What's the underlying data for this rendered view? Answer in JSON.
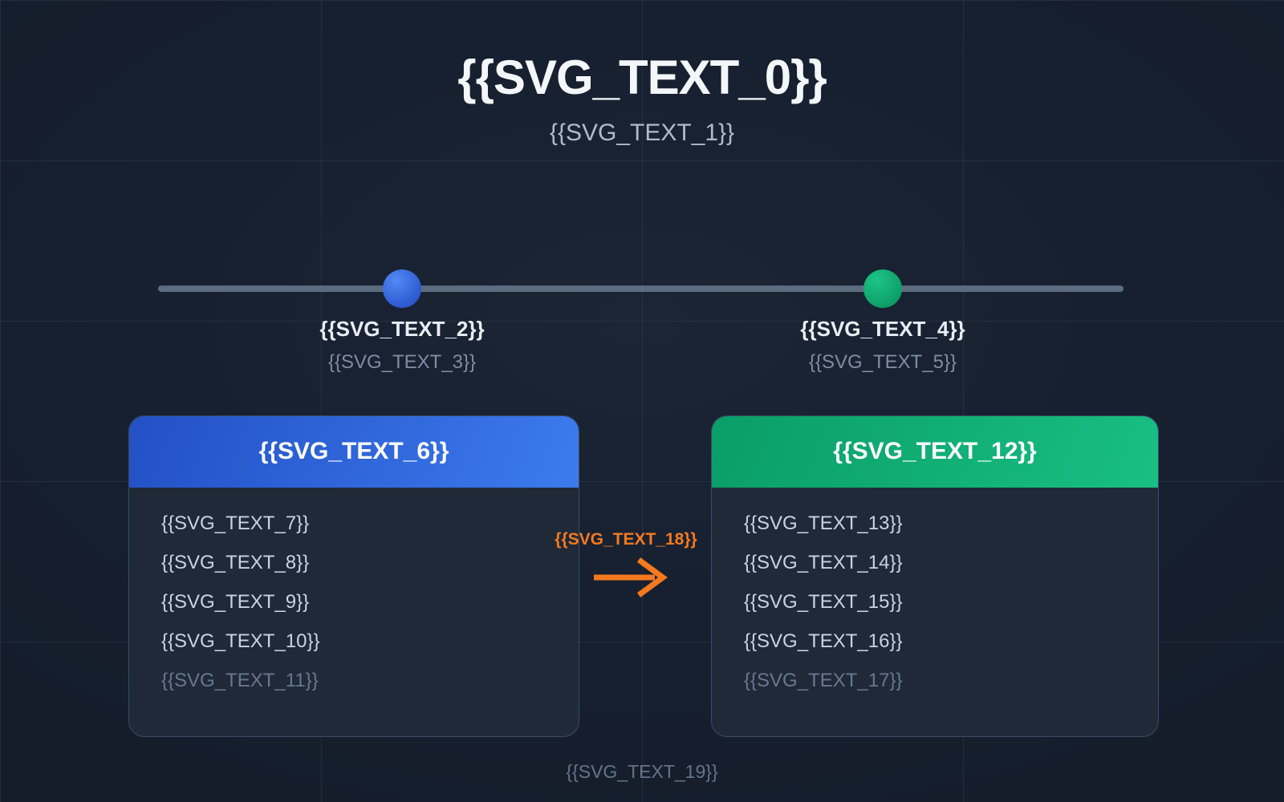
{
  "page": {
    "title": "{{SVG_TEXT_0}}",
    "subtitle": "{{SVG_TEXT_1}}",
    "footer": "{{SVG_TEXT_19}}"
  },
  "colors": {
    "accent_blue": "#3c7bee",
    "accent_green": "#10b07a",
    "accent_orange": "#f5791e",
    "timeline_track": "#5d6b80"
  },
  "timeline": {
    "milestones": [
      {
        "label": "{{SVG_TEXT_2}}",
        "sublabel": "{{SVG_TEXT_3}}",
        "dot_color": "#3b6fe0"
      },
      {
        "label": "{{SVG_TEXT_4}}",
        "sublabel": "{{SVG_TEXT_5}}",
        "dot_color": "#12b377"
      }
    ]
  },
  "cards": [
    {
      "header": "{{SVG_TEXT_6}}",
      "items": [
        "{{SVG_TEXT_7}}",
        "{{SVG_TEXT_8}}",
        "{{SVG_TEXT_9}}",
        "{{SVG_TEXT_10}}",
        "{{SVG_TEXT_11}}"
      ]
    },
    {
      "header": "{{SVG_TEXT_12}}",
      "items": [
        "{{SVG_TEXT_13}}",
        "{{SVG_TEXT_14}}",
        "{{SVG_TEXT_15}}",
        "{{SVG_TEXT_16}}",
        "{{SVG_TEXT_17}}"
      ]
    }
  ],
  "arrow": {
    "label": "{{SVG_TEXT_18}}"
  }
}
